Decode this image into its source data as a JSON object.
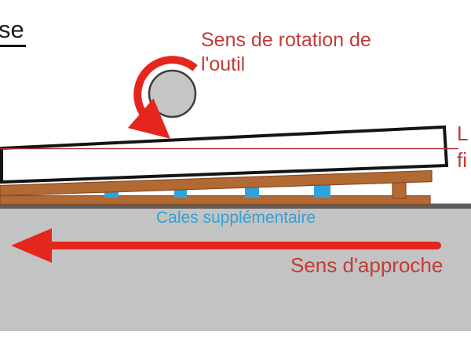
{
  "title_fragment": "se",
  "rotation_label": {
    "line1": "Sens de rotation de",
    "line2": "l'outil"
  },
  "finish_line_label": {
    "line1": "L",
    "line2": "fi"
  },
  "shims_label": "Cales supplémentaire",
  "approach_label": "Sens d'approche",
  "icons": {
    "rotation_arrow": "counterclockwise-rotation-arrow",
    "approach_arrow": "left-pointing-arrow"
  },
  "colors": {
    "red_bright": "#e5261e",
    "red_text": "#c23b38",
    "red_line": "#ad3338",
    "blue": "#2ea4da",
    "blue_text": "#34a1d5",
    "brown": "#b26a35",
    "brown_dark": "#8a4a22",
    "gray_table": "#c3c3c3",
    "gray_dark_edge": "#5d5d5d",
    "tool_gray": "#c5c5c5",
    "outline": "#141414"
  }
}
